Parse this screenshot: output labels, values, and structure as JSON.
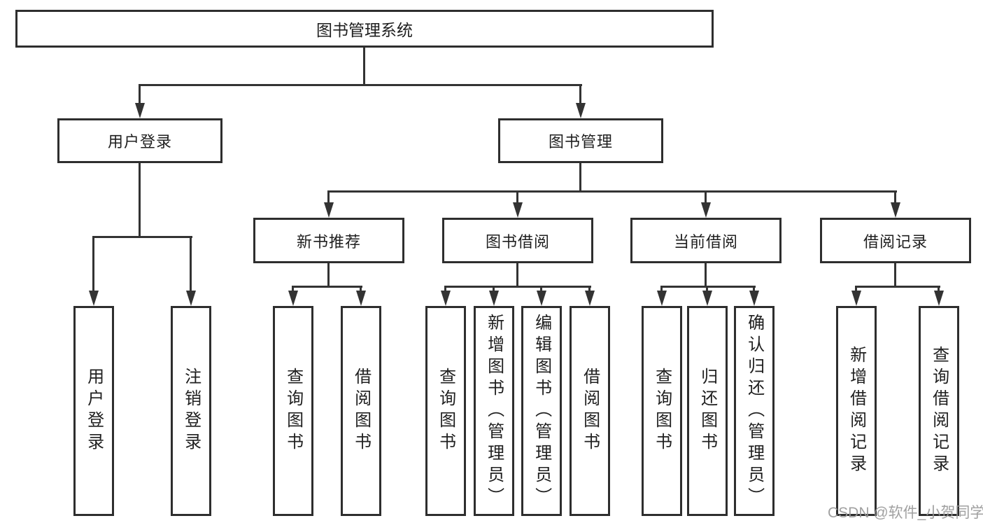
{
  "tree": {
    "root": {
      "label": "图书管理系统"
    },
    "branches": [
      {
        "label": "用户登录",
        "children": [
          {
            "label": "用户登录"
          },
          {
            "label": "注销登录"
          }
        ]
      },
      {
        "label": "图书管理",
        "children": [
          {
            "label": "新书推荐",
            "children": [
              {
                "label": "查询图书"
              },
              {
                "label": "借阅图书"
              }
            ]
          },
          {
            "label": "图书借阅",
            "children": [
              {
                "label": "查询图书"
              },
              {
                "label": "新增图书（管理员）"
              },
              {
                "label": "编辑图书（管理员）"
              },
              {
                "label": "借阅图书"
              }
            ]
          },
          {
            "label": "当前借阅",
            "children": [
              {
                "label": "查询图书"
              },
              {
                "label": "归还图书"
              },
              {
                "label": "确认归还（管理员）"
              }
            ]
          },
          {
            "label": "借阅记录",
            "children": [
              {
                "label": "新增借阅记录"
              },
              {
                "label": "查询借阅记录"
              }
            ]
          }
        ]
      }
    ]
  },
  "watermark": "CSDN @软件_小贺同学",
  "colors": {
    "line": "#333333",
    "box_border": "#2e2e2e",
    "text": "#1f1f1f",
    "watermark": "#989898",
    "background": "#ffffff"
  }
}
